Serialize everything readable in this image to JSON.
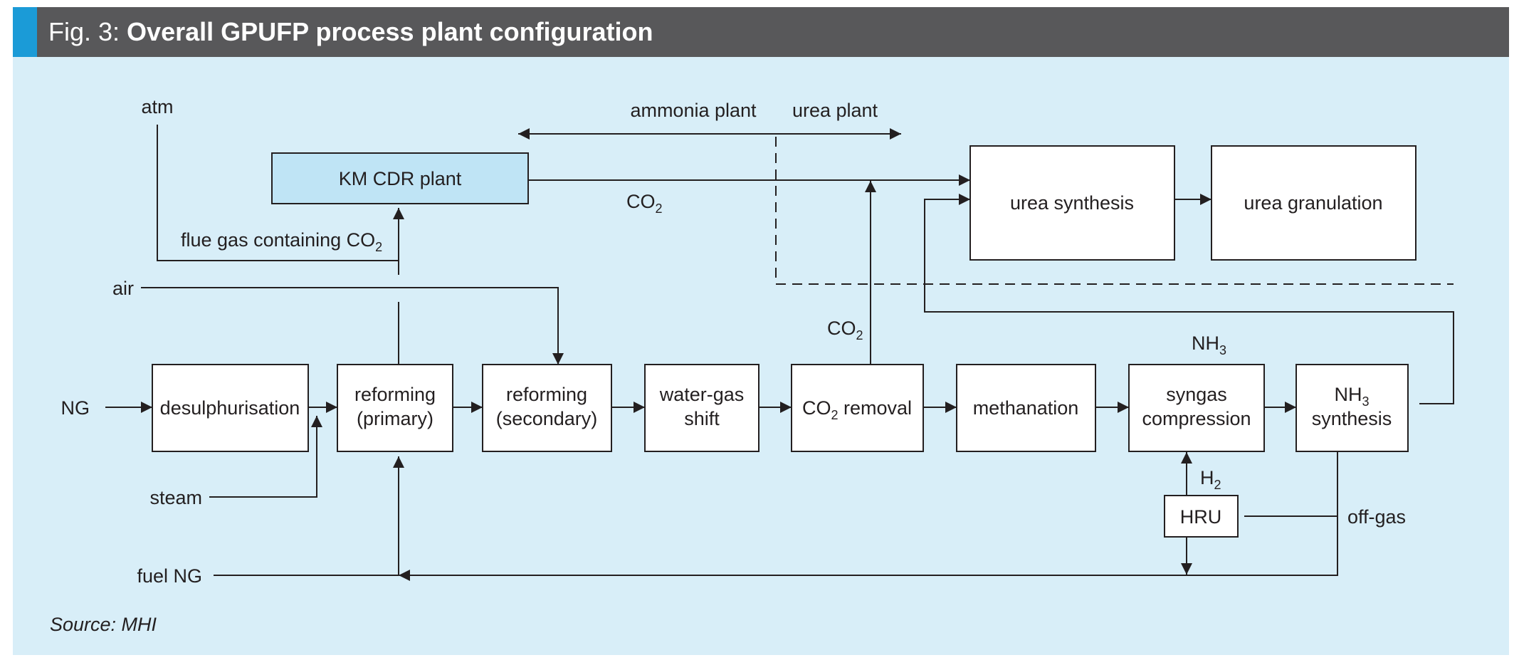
{
  "title": {
    "prefix": "Fig. 3: ",
    "main": "Overall GPUFP process plant configuration"
  },
  "source": "Source: MHI",
  "plant_labels": {
    "ammonia": "ammonia plant",
    "urea": "urea plant"
  },
  "boxes": {
    "kmcdr": "KM CDR plant",
    "urea_synthesis": "urea synthesis",
    "urea_granulation": "urea granulation",
    "desulphurisation": "desulphurisation",
    "reforming_primary": [
      "reforming",
      "(primary)"
    ],
    "reforming_secondary": [
      "reforming",
      "(secondary)"
    ],
    "water_gas_shift": [
      "water-gas",
      "shift"
    ],
    "co2_removal": {
      "pre": "CO",
      "sub": "2",
      "post": " removal"
    },
    "methanation": "methanation",
    "syngas_compression": [
      "syngas",
      "compression"
    ],
    "nh3_synthesis": {
      "pre": "NH",
      "sub": "3",
      "line2": "synthesis"
    },
    "hru": "HRU"
  },
  "streams": {
    "atm": "atm",
    "air": "air",
    "ng": "NG",
    "steam": "steam",
    "fuel_ng": "fuel NG",
    "off_gas": "off-gas",
    "flue_gas": {
      "pre": "flue gas containing CO",
      "sub": "2"
    },
    "co2_top": {
      "pre": "CO",
      "sub": "2"
    },
    "co2_mid": {
      "pre": "CO",
      "sub": "2"
    },
    "nh3": {
      "pre": "NH",
      "sub": "3"
    },
    "h2": {
      "pre": "H",
      "sub": "2"
    }
  },
  "colors": {
    "background": "#d8eef8",
    "title_bar": "#58585a",
    "accent": "#1b9bd7",
    "kmcdr_fill": "#bfe4f5",
    "box_fill": "#ffffff",
    "line": "#231f20"
  }
}
